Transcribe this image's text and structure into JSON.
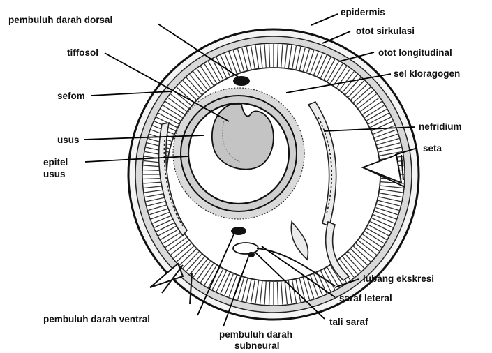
{
  "labels": {
    "pembuluh_darah_dorsal": "pembuluh darah dorsal",
    "tiffosol": "tiffosol",
    "sefom": "sefom",
    "usus": "usus",
    "epitel_1": "epitel",
    "epitel_2": "usus",
    "epidermis": "epidermis",
    "otot_sirkulasi": "otot sirkulasi",
    "otot_longitudinal": "otot longitudinal",
    "sel_kloragogen": "sel kloragogen",
    "nefridium": "nefridium",
    "seta": "seta",
    "lubang_ekskresi": "lubang ekskresi",
    "saraf_lateral": "saraf leteral",
    "tali_saraf": "tali saraf",
    "pembuluh_darah_ventral": "pembuluh darah ventral",
    "pembuluh_subneural_1": "pembuluh darah",
    "pembuluh_subneural_2": "subneural"
  }
}
